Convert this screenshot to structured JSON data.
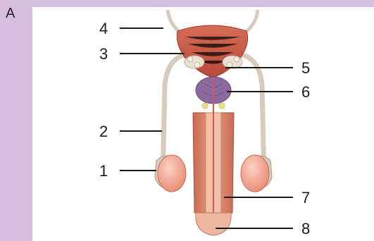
{
  "panel_letter": "A",
  "callouts": [
    {
      "id": "1",
      "text": "1"
    },
    {
      "id": "2",
      "text": "2"
    },
    {
      "id": "3",
      "text": "3"
    },
    {
      "id": "4",
      "text": "4"
    },
    {
      "id": "5",
      "text": "5"
    },
    {
      "id": "6",
      "text": "6"
    },
    {
      "id": "7",
      "text": "7"
    },
    {
      "id": "8",
      "text": "8"
    }
  ],
  "colors": {
    "background_frame": "#d5bede",
    "bladder": "#c9604a",
    "duct": "#d8cbbd",
    "prostate": "#8c6aa0",
    "shaft": "#d9836b",
    "testis": "#f0a58e"
  }
}
